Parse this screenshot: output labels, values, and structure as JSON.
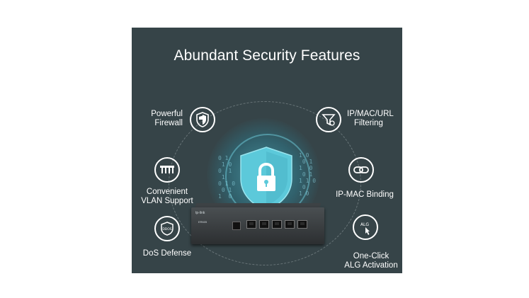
{
  "title": "Abundant Security Features",
  "features": {
    "firewall": {
      "label_line1": "Powerful",
      "label_line2": "Firewall",
      "icon": "shield-icon"
    },
    "vlan": {
      "label_line1": "Convenient",
      "label_line2": "VLAN Support",
      "icon": "network-icon"
    },
    "dos": {
      "label": "DoS Defense",
      "icon": "ddos-shield-icon",
      "icon_text": "DDOS"
    },
    "filtering": {
      "label_line1": "IP/MAC/URL",
      "label_line2": "Filtering",
      "icon": "filter-icon"
    },
    "binding": {
      "label": "IP-MAC Binding",
      "icon": "link-icon"
    },
    "alg": {
      "label_line1": "One-Click",
      "label_line2": "ALG Activation",
      "icon": "alg-click-icon",
      "icon_text": "ALG"
    }
  },
  "device": {
    "brand": "tp-link",
    "model": "ER605"
  },
  "colors": {
    "background": "#364448",
    "accent": "#4fc3d6",
    "text": "#ffffff"
  }
}
